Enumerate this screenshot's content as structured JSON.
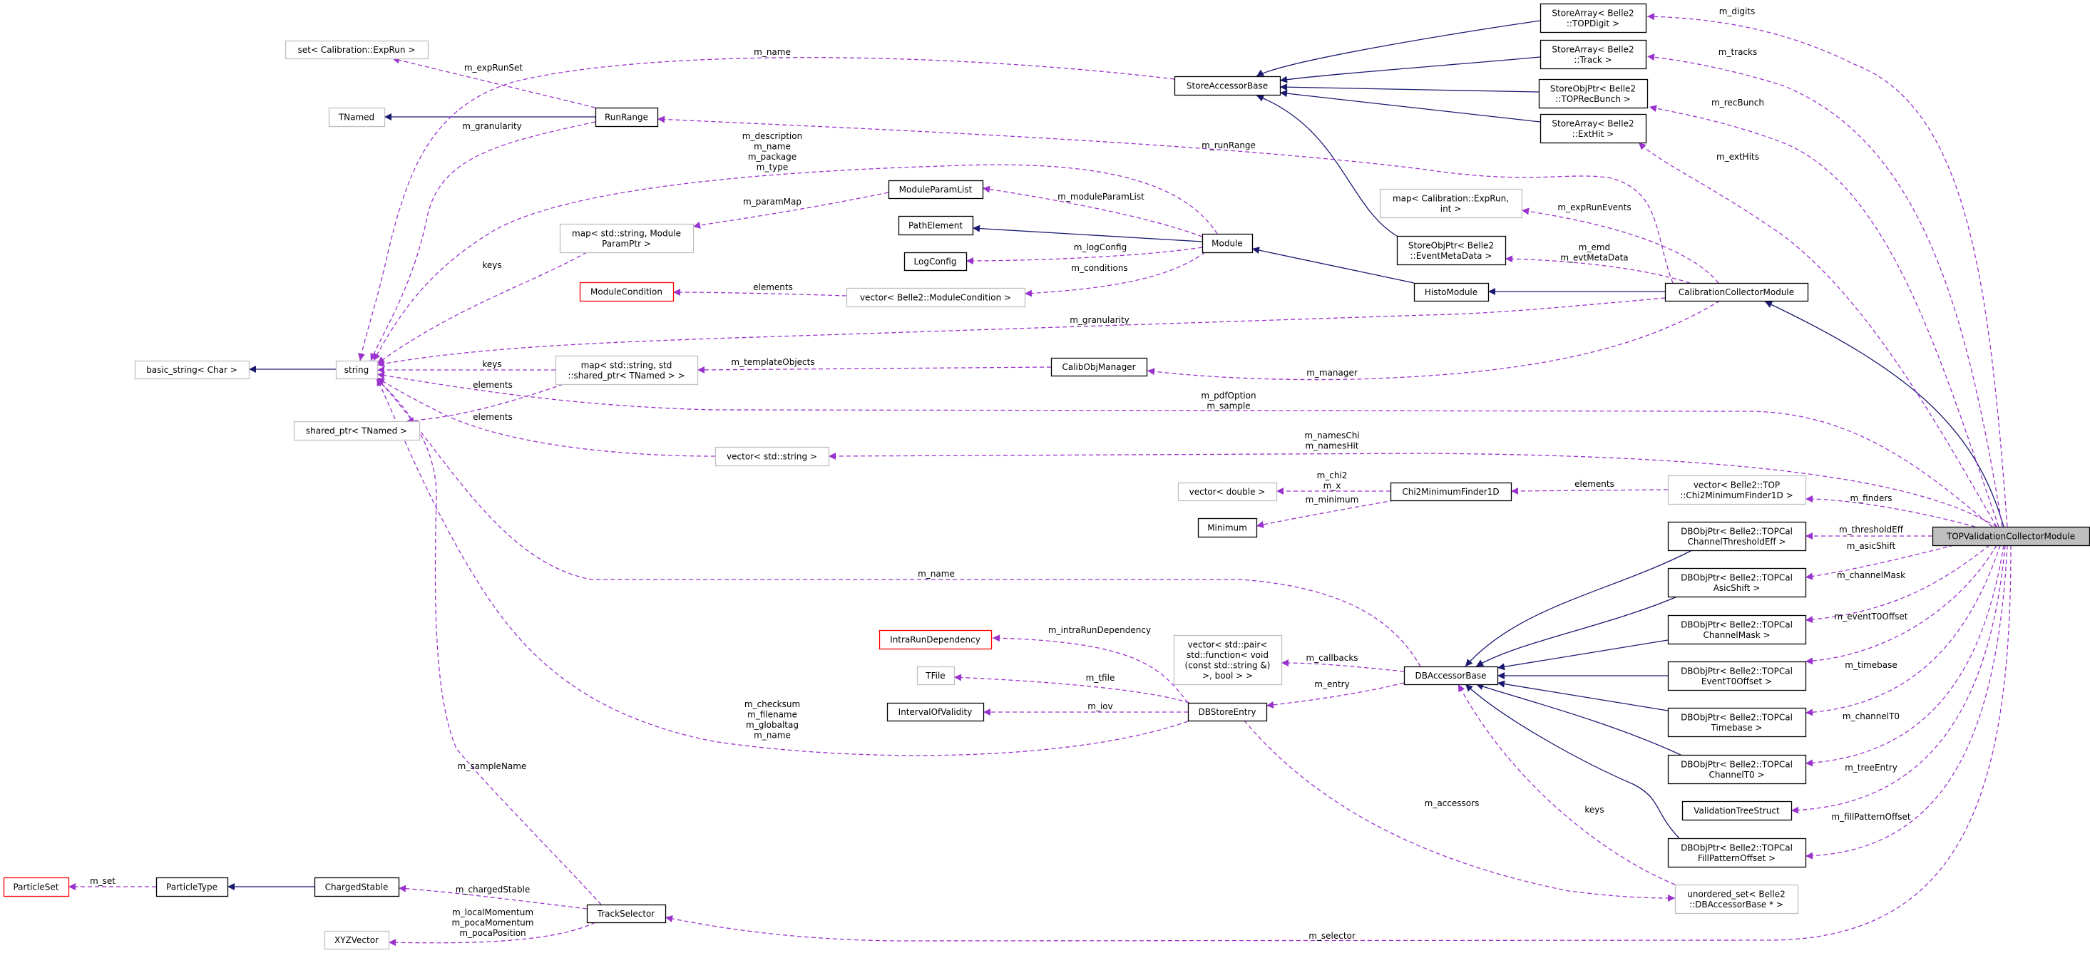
{
  "colors": {
    "inheritance_edge": "#191970",
    "usage_edge": "#9a32cd",
    "documented_border": "#000000",
    "undocumented_border": "#bfbfbf",
    "missing_border": "#ff0000",
    "focus_fill": "#bfbfbf"
  },
  "nodes": [
    {
      "id": "set_exprun",
      "lines": [
        "set< Calibration::ExpRun >"
      ],
      "kind": "undoc"
    },
    {
      "id": "tnamed",
      "lines": [
        "TNamed"
      ],
      "kind": "undoc"
    },
    {
      "id": "runrange",
      "lines": [
        "RunRange"
      ],
      "kind": "doc"
    },
    {
      "id": "map_modparam",
      "lines": [
        "map< std::string, Module",
        "ParamPtr >"
      ],
      "kind": "undoc"
    },
    {
      "id": "modulecondition",
      "lines": [
        "ModuleCondition"
      ],
      "kind": "missing"
    },
    {
      "id": "storeaccessorbase",
      "lines": [
        "StoreAccessorBase"
      ],
      "kind": "doc"
    },
    {
      "id": "moduleparamlist",
      "lines": [
        "ModuleParamList"
      ],
      "kind": "doc"
    },
    {
      "id": "pathelement",
      "lines": [
        "PathElement"
      ],
      "kind": "doc"
    },
    {
      "id": "logconfig",
      "lines": [
        "LogConfig"
      ],
      "kind": "doc"
    },
    {
      "id": "vec_modcond",
      "lines": [
        "vector< Belle2::ModuleCondition >"
      ],
      "kind": "undoc"
    },
    {
      "id": "module",
      "lines": [
        "Module"
      ],
      "kind": "doc"
    },
    {
      "id": "sa_topdigit",
      "lines": [
        "StoreArray< Belle2",
        "::TOPDigit >"
      ],
      "kind": "doc"
    },
    {
      "id": "sa_track",
      "lines": [
        "StoreArray< Belle2",
        "::Track >"
      ],
      "kind": "doc"
    },
    {
      "id": "sop_recbunch",
      "lines": [
        "StoreObjPtr< Belle2",
        "::TOPRecBunch >"
      ],
      "kind": "doc"
    },
    {
      "id": "sa_exthit",
      "lines": [
        "StoreArray< Belle2",
        "::ExtHit >"
      ],
      "kind": "doc"
    },
    {
      "id": "map_exprun_int",
      "lines": [
        "map< Calibration::ExpRun,",
        "int >"
      ],
      "kind": "undoc"
    },
    {
      "id": "sop_evtmeta",
      "lines": [
        "StoreObjPtr< Belle2",
        "::EventMetaData >"
      ],
      "kind": "doc"
    },
    {
      "id": "histomodule",
      "lines": [
        "HistoModule"
      ],
      "kind": "doc"
    },
    {
      "id": "ccm",
      "lines": [
        "CalibrationCollectorModule"
      ],
      "kind": "doc"
    },
    {
      "id": "basic_string",
      "lines": [
        "basic_string< Char >"
      ],
      "kind": "undoc"
    },
    {
      "id": "string",
      "lines": [
        "string"
      ],
      "kind": "undoc"
    },
    {
      "id": "map_str_shared",
      "lines": [
        "map< std::string, std",
        "::shared_ptr< TNamed > >"
      ],
      "kind": "undoc"
    },
    {
      "id": "shared_ptr",
      "lines": [
        "shared_ptr< TNamed >"
      ],
      "kind": "undoc"
    },
    {
      "id": "calibobjmanager",
      "lines": [
        "CalibObjManager"
      ],
      "kind": "doc"
    },
    {
      "id": "vec_string",
      "lines": [
        "vector< std::string >"
      ],
      "kind": "undoc"
    },
    {
      "id": "vec_double",
      "lines": [
        "vector< double >"
      ],
      "kind": "undoc"
    },
    {
      "id": "minimum",
      "lines": [
        "Minimum"
      ],
      "kind": "doc"
    },
    {
      "id": "chi2",
      "lines": [
        "Chi2MinimumFinder1D"
      ],
      "kind": "doc"
    },
    {
      "id": "vec_chi2",
      "lines": [
        "vector< Belle2::TOP",
        "::Chi2MinimumFinder1D >"
      ],
      "kind": "undoc"
    },
    {
      "id": "dbo_thr",
      "lines": [
        "DBObjPtr< Belle2::TOPCal",
        "ChannelThresholdEff >"
      ],
      "kind": "doc"
    },
    {
      "id": "dbo_asic",
      "lines": [
        "DBObjPtr< Belle2::TOPCal",
        "AsicShift >"
      ],
      "kind": "doc"
    },
    {
      "id": "dbo_mask",
      "lines": [
        "DBObjPtr< Belle2::TOPCal",
        "ChannelMask >"
      ],
      "kind": "doc"
    },
    {
      "id": "dbo_t0off",
      "lines": [
        "DBObjPtr< Belle2::TOPCal",
        "EventT0Offset >"
      ],
      "kind": "doc"
    },
    {
      "id": "dbo_timebase",
      "lines": [
        "DBObjPtr< Belle2::TOPCal",
        "Timebase >"
      ],
      "kind": "doc"
    },
    {
      "id": "dbo_ch0",
      "lines": [
        "DBObjPtr< Belle2::TOPCal",
        "ChannelT0 >"
      ],
      "kind": "doc"
    },
    {
      "id": "vts",
      "lines": [
        "ValidationTreeStruct"
      ],
      "kind": "doc"
    },
    {
      "id": "dbo_fill",
      "lines": [
        "DBObjPtr< Belle2::TOPCal",
        "FillPatternOffset >"
      ],
      "kind": "doc"
    },
    {
      "id": "unordered",
      "lines": [
        "unordered_set< Belle2",
        "::DBAccessorBase * >"
      ],
      "kind": "undoc"
    },
    {
      "id": "dbaccessorbase",
      "lines": [
        "DBAccessorBase"
      ],
      "kind": "doc"
    },
    {
      "id": "topvcm",
      "lines": [
        "TOPValidationCollectorModule"
      ],
      "kind": "focus"
    },
    {
      "id": "particleset",
      "lines": [
        "ParticleSet"
      ],
      "kind": "missing"
    },
    {
      "id": "particletype",
      "lines": [
        "ParticleType"
      ],
      "kind": "doc"
    },
    {
      "id": "chargedstable",
      "lines": [
        "ChargedStable"
      ],
      "kind": "doc"
    },
    {
      "id": "trackselector",
      "lines": [
        "TrackSelector"
      ],
      "kind": "doc"
    },
    {
      "id": "xyzvector",
      "lines": [
        "XYZVector"
      ],
      "kind": "undoc"
    },
    {
      "id": "intrarun",
      "lines": [
        "IntraRunDependency"
      ],
      "kind": "missing"
    },
    {
      "id": "tfile",
      "lines": [
        "TFile"
      ],
      "kind": "undoc"
    },
    {
      "id": "iov",
      "lines": [
        "IntervalOfValidity"
      ],
      "kind": "doc"
    },
    {
      "id": "dbstoreentry",
      "lines": [
        "DBStoreEntry"
      ],
      "kind": "doc"
    },
    {
      "id": "vec_pair",
      "lines": [
        "vector< std::pair<",
        "std::function< void",
        "(const std::string &)",
        ">, bool > >"
      ],
      "kind": "undoc"
    }
  ],
  "edges": [
    {
      "from": "sa_topdigit",
      "to": "storeaccessorbase",
      "type": "inheritance",
      "label": []
    },
    {
      "from": "sa_track",
      "to": "storeaccessorbase",
      "type": "inheritance",
      "label": []
    },
    {
      "from": "sop_recbunch",
      "to": "storeaccessorbase",
      "type": "inheritance",
      "label": []
    },
    {
      "from": "sa_exthit",
      "to": "storeaccessorbase",
      "type": "inheritance",
      "label": []
    },
    {
      "from": "sop_evtmeta",
      "to": "storeaccessorbase",
      "type": "inheritance",
      "label": []
    },
    {
      "from": "runrange",
      "to": "tnamed",
      "type": "inheritance",
      "label": []
    },
    {
      "from": "module",
      "to": "pathelement",
      "type": "inheritance",
      "label": []
    },
    {
      "from": "histomodule",
      "to": "module",
      "type": "inheritance",
      "label": []
    },
    {
      "from": "ccm",
      "to": "histomodule",
      "type": "inheritance",
      "label": []
    },
    {
      "from": "topvcm",
      "to": "ccm",
      "type": "inheritance",
      "label": []
    },
    {
      "from": "string",
      "to": "basic_string",
      "type": "inheritance",
      "label": []
    },
    {
      "from": "chargedstable",
      "to": "particletype",
      "type": "inheritance",
      "label": []
    },
    {
      "from": "dbo_thr",
      "to": "dbaccessorbase",
      "type": "inheritance",
      "label": []
    },
    {
      "from": "dbo_asic",
      "to": "dbaccessorbase",
      "type": "inheritance",
      "label": []
    },
    {
      "from": "dbo_mask",
      "to": "dbaccessorbase",
      "type": "inheritance",
      "label": []
    },
    {
      "from": "dbo_t0off",
      "to": "dbaccessorbase",
      "type": "inheritance",
      "label": []
    },
    {
      "from": "dbo_timebase",
      "to": "dbaccessorbase",
      "type": "inheritance",
      "label": []
    },
    {
      "from": "dbo_ch0",
      "to": "dbaccessorbase",
      "type": "inheritance",
      "label": []
    },
    {
      "from": "dbo_fill",
      "to": "dbaccessorbase",
      "type": "inheritance",
      "label": []
    },
    {
      "from": "runrange",
      "to": "set_exprun",
      "type": "usage",
      "label": [
        "m_expRunSet"
      ]
    },
    {
      "from": "runrange",
      "to": "string",
      "type": "usage",
      "label": [
        "m_granularity"
      ]
    },
    {
      "from": "storeaccessorbase",
      "to": "string",
      "type": "usage",
      "label": [
        "m_name"
      ]
    },
    {
      "from": "module",
      "to": "string",
      "type": "usage",
      "label": [
        "m_description",
        "m_name",
        "m_package",
        "m_type"
      ]
    },
    {
      "from": "moduleparamlist",
      "to": "map_modparam",
      "type": "usage",
      "label": [
        "m_paramMap"
      ]
    },
    {
      "from": "map_modparam",
      "to": "string",
      "type": "usage",
      "label": [
        "keys"
      ]
    },
    {
      "from": "module",
      "to": "moduleparamlist",
      "type": "usage",
      "label": [
        "m_moduleParamList"
      ]
    },
    {
      "from": "module",
      "to": "logconfig",
      "type": "usage",
      "label": [
        "m_logConfig"
      ]
    },
    {
      "from": "module",
      "to": "vec_modcond",
      "type": "usage",
      "label": [
        "m_conditions"
      ]
    },
    {
      "from": "vec_modcond",
      "to": "modulecondition",
      "type": "usage",
      "label": [
        "elements"
      ]
    },
    {
      "from": "ccm",
      "to": "runrange",
      "type": "usage",
      "label": [
        "m_runRange"
      ]
    },
    {
      "from": "ccm",
      "to": "map_exprun_int",
      "type": "usage",
      "label": [
        "m_expRunEvents"
      ]
    },
    {
      "from": "ccm",
      "to": "sop_evtmeta",
      "type": "usage",
      "label": [
        "m_emd",
        "m_evtMetaData"
      ]
    },
    {
      "from": "ccm",
      "to": "string",
      "type": "usage",
      "label": [
        "m_granularity"
      ]
    },
    {
      "from": "ccm",
      "to": "calibobjmanager",
      "type": "usage",
      "label": [
        "m_manager"
      ]
    },
    {
      "from": "calibobjmanager",
      "to": "map_str_shared",
      "type": "usage",
      "label": [
        "m_templateObjects"
      ]
    },
    {
      "from": "map_str_shared",
      "to": "string",
      "type": "usage",
      "label": [
        "keys"
      ]
    },
    {
      "from": "map_str_shared",
      "to": "shared_ptr",
      "type": "usage",
      "label": [
        "elements"
      ]
    },
    {
      "from": "vec_string",
      "to": "string",
      "type": "usage",
      "label": [
        "elements"
      ]
    },
    {
      "from": "topvcm",
      "to": "string",
      "type": "usage",
      "label": [
        "m_pdfOption",
        "m_sample"
      ]
    },
    {
      "from": "topvcm",
      "to": "vec_string",
      "type": "usage",
      "label": [
        "m_namesChi",
        "m_namesHit"
      ]
    },
    {
      "from": "topvcm",
      "to": "sa_topdigit",
      "type": "usage",
      "label": [
        "m_digits"
      ]
    },
    {
      "from": "topvcm",
      "to": "sa_track",
      "type": "usage",
      "label": [
        "m_tracks"
      ]
    },
    {
      "from": "topvcm",
      "to": "sop_recbunch",
      "type": "usage",
      "label": [
        "m_recBunch"
      ]
    },
    {
      "from": "topvcm",
      "to": "sa_exthit",
      "type": "usage",
      "label": [
        "m_extHits"
      ]
    },
    {
      "from": "chi2",
      "to": "vec_double",
      "type": "usage",
      "label": [
        "m_chi2",
        "m_x"
      ]
    },
    {
      "from": "chi2",
      "to": "minimum",
      "type": "usage",
      "label": [
        "m_minimum"
      ]
    },
    {
      "from": "vec_chi2",
      "to": "chi2",
      "type": "usage",
      "label": [
        "elements"
      ]
    },
    {
      "from": "topvcm",
      "to": "vec_chi2",
      "type": "usage",
      "label": [
        "m_finders"
      ]
    },
    {
      "from": "topvcm",
      "to": "dbo_thr",
      "type": "usage",
      "label": [
        "m_thresholdEff"
      ]
    },
    {
      "from": "topvcm",
      "to": "dbo_asic",
      "type": "usage",
      "label": [
        "m_asicShift"
      ]
    },
    {
      "from": "topvcm",
      "to": "dbo_mask",
      "type": "usage",
      "label": [
        "m_channelMask"
      ]
    },
    {
      "from": "topvcm",
      "to": "dbo_t0off",
      "type": "usage",
      "label": [
        "m_eventT0Offset"
      ]
    },
    {
      "from": "topvcm",
      "to": "dbo_timebase",
      "type": "usage",
      "label": [
        "m_timebase"
      ]
    },
    {
      "from": "topvcm",
      "to": "dbo_ch0",
      "type": "usage",
      "label": [
        "m_channelT0"
      ]
    },
    {
      "from": "topvcm",
      "to": "vts",
      "type": "usage",
      "label": [
        "m_treeEntry"
      ]
    },
    {
      "from": "topvcm",
      "to": "dbo_fill",
      "type": "usage",
      "label": [
        "m_fillPatternOffset"
      ]
    },
    {
      "from": "topvcm",
      "to": "trackselector",
      "type": "usage",
      "label": [
        "m_selector"
      ]
    },
    {
      "from": "dbaccessorbase",
      "to": "string",
      "type": "usage",
      "label": [
        "m_name"
      ]
    },
    {
      "from": "dbstoreentry",
      "to": "string",
      "type": "usage",
      "label": [
        "m_checksum",
        "m_filename",
        "m_globaltag",
        "m_name"
      ]
    },
    {
      "from": "dbstoreentry",
      "to": "intrarun",
      "type": "usage",
      "label": [
        "m_intraRunDependency"
      ]
    },
    {
      "from": "dbstoreentry",
      "to": "tfile",
      "type": "usage",
      "label": [
        "m_tfile"
      ]
    },
    {
      "from": "dbstoreentry",
      "to": "iov",
      "type": "usage",
      "label": [
        "m_iov"
      ]
    },
    {
      "from": "dbaccessorbase",
      "to": "vec_pair",
      "type": "usage",
      "label": [
        "m_callbacks"
      ]
    },
    {
      "from": "dbaccessorbase",
      "to": "dbstoreentry",
      "type": "usage",
      "label": [
        "m_entry"
      ]
    },
    {
      "from": "dbstoreentry",
      "to": "unordered",
      "type": "usage",
      "label": [
        "m_accessors"
      ]
    },
    {
      "from": "unordered",
      "to": "dbaccessorbase",
      "type": "usage",
      "label": [
        "keys"
      ]
    },
    {
      "from": "trackselector",
      "to": "string",
      "type": "usage",
      "label": [
        "m_sampleName"
      ]
    },
    {
      "from": "trackselector",
      "to": "chargedstable",
      "type": "usage",
      "label": [
        "m_chargedStable"
      ]
    },
    {
      "from": "trackselector",
      "to": "xyzvector",
      "type": "usage",
      "label": [
        "m_localMomentum",
        "m_pocaMomentum",
        "m_pocaPosition"
      ]
    },
    {
      "from": "particletype",
      "to": "particleset",
      "type": "usage",
      "label": [
        "m_set"
      ]
    }
  ]
}
